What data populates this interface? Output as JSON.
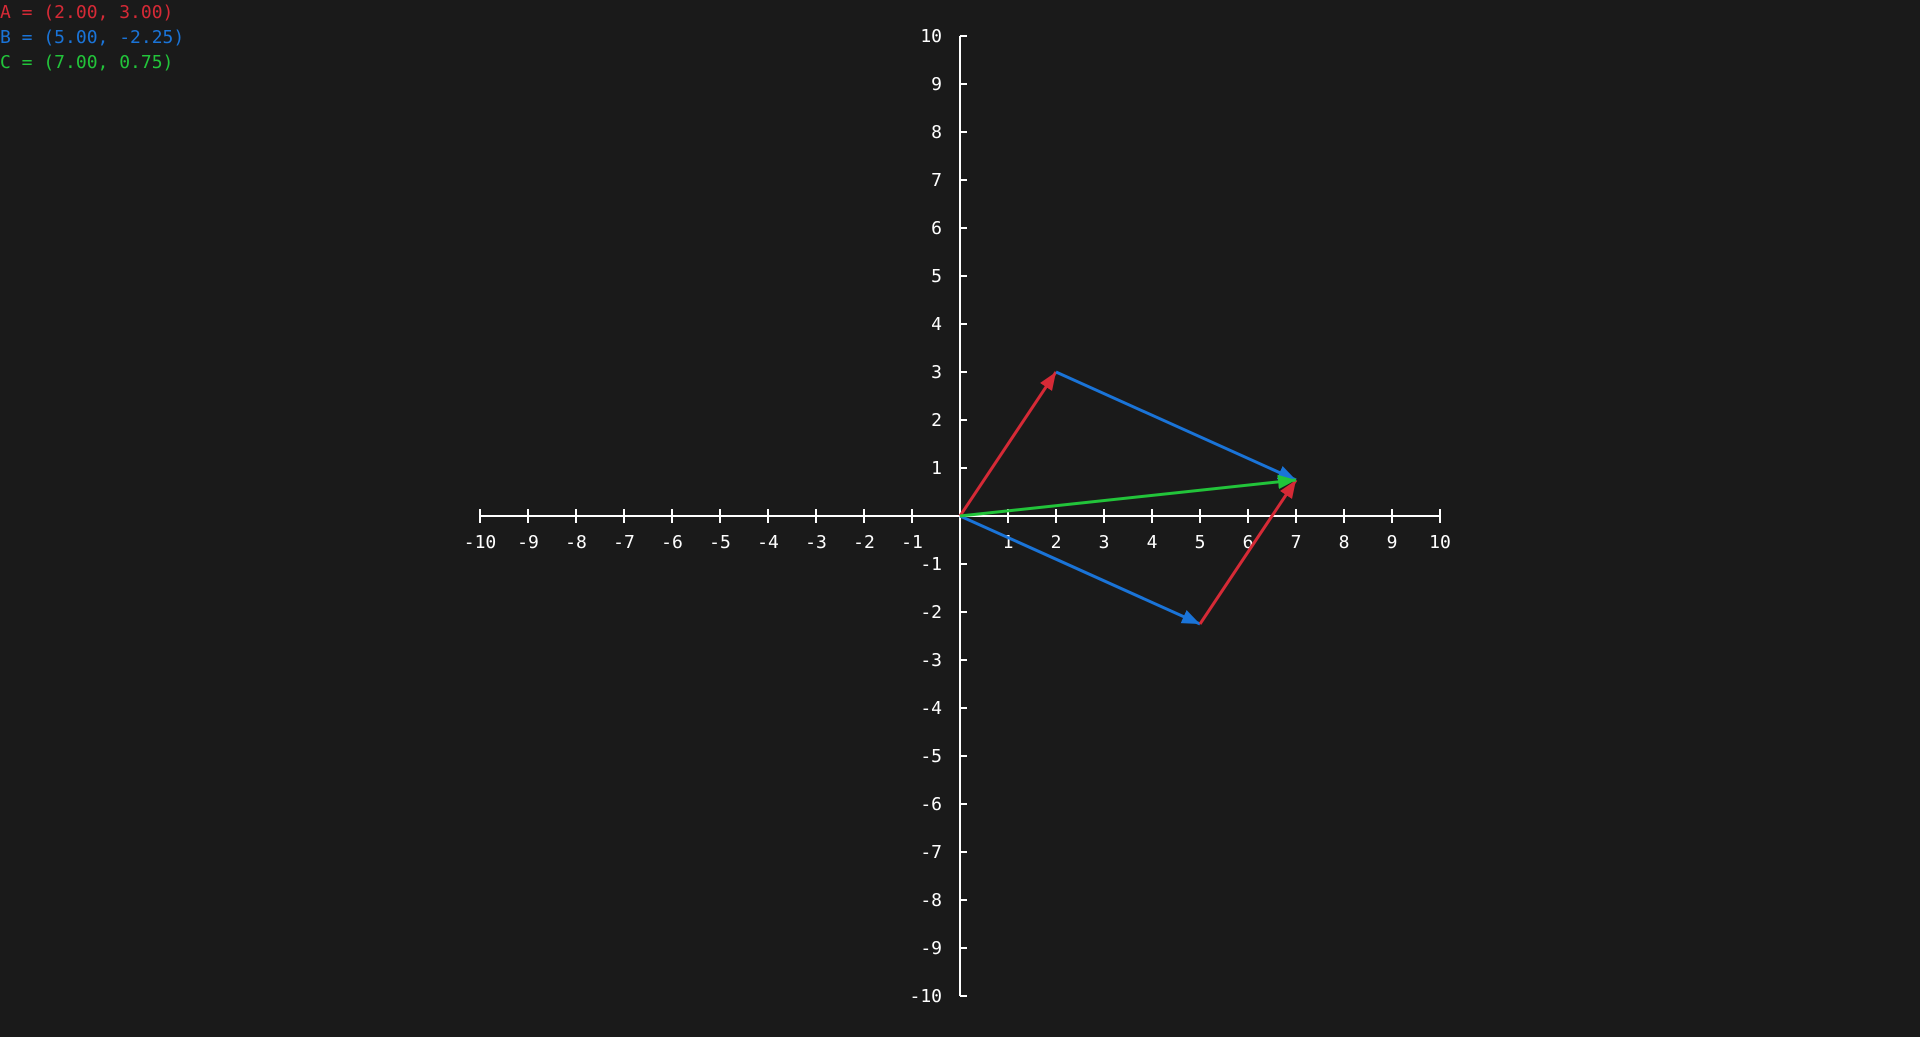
{
  "background": "#1a1a1a",
  "axis_color": "#ffffff",
  "legend": [
    {
      "text": "A = (2.00, 3.00)",
      "color": "#d62a36"
    },
    {
      "text": "B = (5.00, -2.25)",
      "color": "#1a74d8"
    },
    {
      "text": "C = (7.00, 0.75)",
      "color": "#22c43a"
    }
  ],
  "chart_data": {
    "type": "vector-plot",
    "xlim": [
      -10,
      10
    ],
    "ylim": [
      -10,
      10
    ],
    "x_ticks": [
      -10,
      -9,
      -8,
      -7,
      -6,
      -5,
      -4,
      -3,
      -2,
      -1,
      1,
      2,
      3,
      4,
      5,
      6,
      7,
      8,
      9,
      10
    ],
    "y_ticks": [
      -10,
      -9,
      -8,
      -7,
      -6,
      -5,
      -4,
      -3,
      -2,
      -1,
      1,
      2,
      3,
      4,
      5,
      6,
      7,
      8,
      9,
      10
    ],
    "vectors": [
      {
        "name": "A",
        "from": [
          0,
          0
        ],
        "to": [
          2,
          3
        ],
        "color": "#d62a36"
      },
      {
        "name": "B",
        "from": [
          2,
          3
        ],
        "to": [
          7,
          0.75
        ],
        "color": "#1a74d8"
      },
      {
        "name": "B",
        "from": [
          0,
          0
        ],
        "to": [
          5,
          -2.25
        ],
        "color": "#1a74d8"
      },
      {
        "name": "A",
        "from": [
          5,
          -2.25
        ],
        "to": [
          7,
          0.75
        ],
        "color": "#d62a36"
      },
      {
        "name": "C",
        "from": [
          0,
          0
        ],
        "to": [
          7,
          0.75
        ],
        "color": "#22c43a"
      }
    ]
  }
}
